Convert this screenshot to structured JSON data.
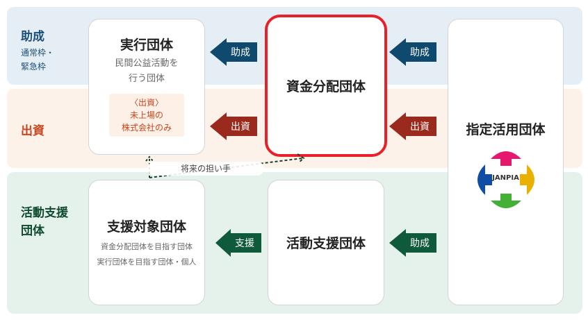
{
  "rows": {
    "grant": {
      "label": "助成",
      "sub1": "通常枠・",
      "sub2": "緊急枠"
    },
    "invest": {
      "label": "出資"
    },
    "support": {
      "label1": "活動支援",
      "label2": "団体"
    }
  },
  "boxes": {
    "exec": {
      "title": "実行団体",
      "desc1": "民間公益活動を",
      "desc2": "行う団体",
      "note1": "〈出資〉",
      "note2": "未上場の",
      "note3": "株式会社のみ"
    },
    "fund": {
      "title": "資金分配団体"
    },
    "designated": {
      "title": "指定活用団体",
      "logo_text": "JANPIA"
    },
    "target": {
      "title": "支援対象団体",
      "desc1": "資金分配団体を目指す団体",
      "desc2": "実行団体を目指す団体・個人"
    },
    "activity": {
      "title": "活動支援団体"
    }
  },
  "arrows": {
    "grant_left": "助成",
    "grant_right": "助成",
    "invest_left": "出資",
    "invest_right": "出資",
    "support_left": "支援",
    "support_right": "助成"
  },
  "future_label": "将来の担い手",
  "colors": {
    "blue": "#0f4a6e",
    "red": "#9b2a1e",
    "green": "#0e5a3a",
    "highlight": "#e8202a"
  }
}
